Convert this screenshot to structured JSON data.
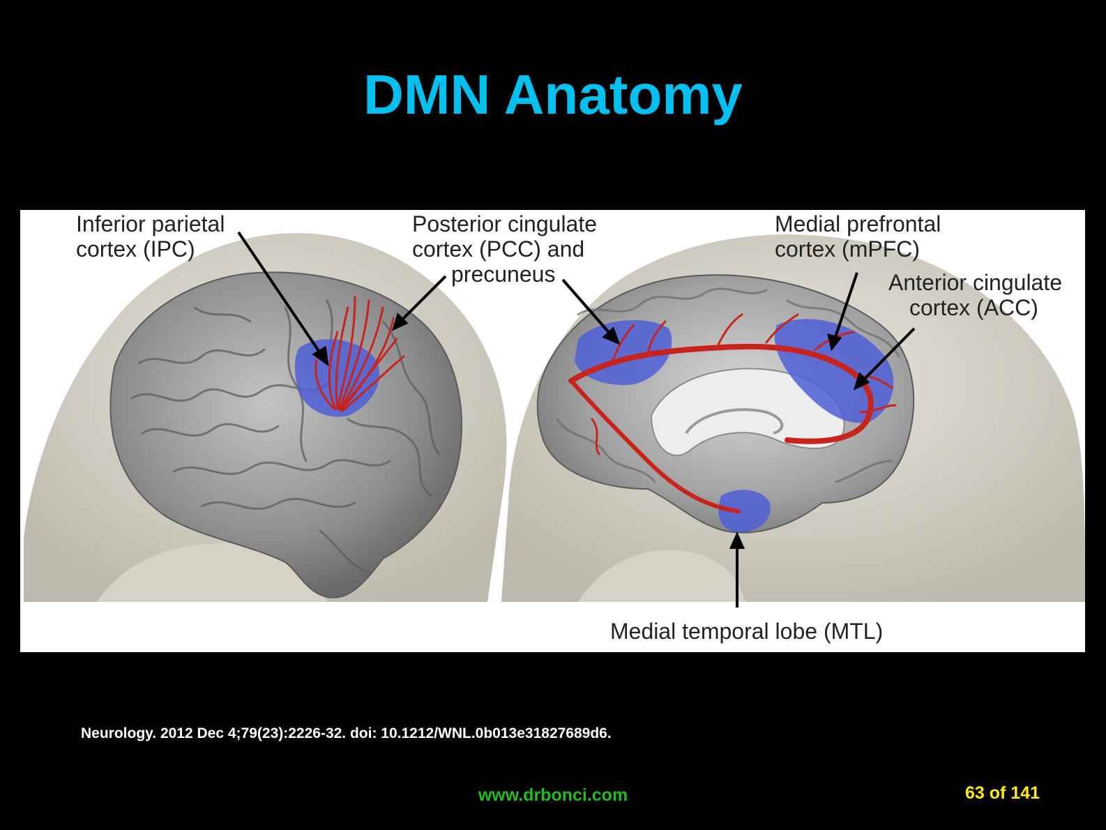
{
  "slide": {
    "title": "DMN Anatomy",
    "citation": "Neurology. 2012 Dec 4;79(23):2226-32. doi: 10.1212/WNL.0b013e31827689d6.",
    "website": "www.drbonci.com",
    "page_number": "63 of 141"
  },
  "figure": {
    "labels": {
      "ipc": [
        "Inferior parietal",
        "cortex (IPC)"
      ],
      "pcc": [
        "Posterior cingulate",
        "cortex (PCC) and",
        "precuneus"
      ],
      "mpfc": [
        "Medial prefrontal",
        "cortex (mPFC)"
      ],
      "acc": [
        "Anterior cingulate",
        "cortex (ACC)"
      ],
      "mtl": [
        "Medial temporal lobe (MTL)"
      ]
    }
  },
  "colors": {
    "title": "#00c0f0",
    "website": "#22bb22",
    "page_number": "#ffee00",
    "region_highlight": "#4f5fd6",
    "fiber_tract": "#c8231c"
  }
}
